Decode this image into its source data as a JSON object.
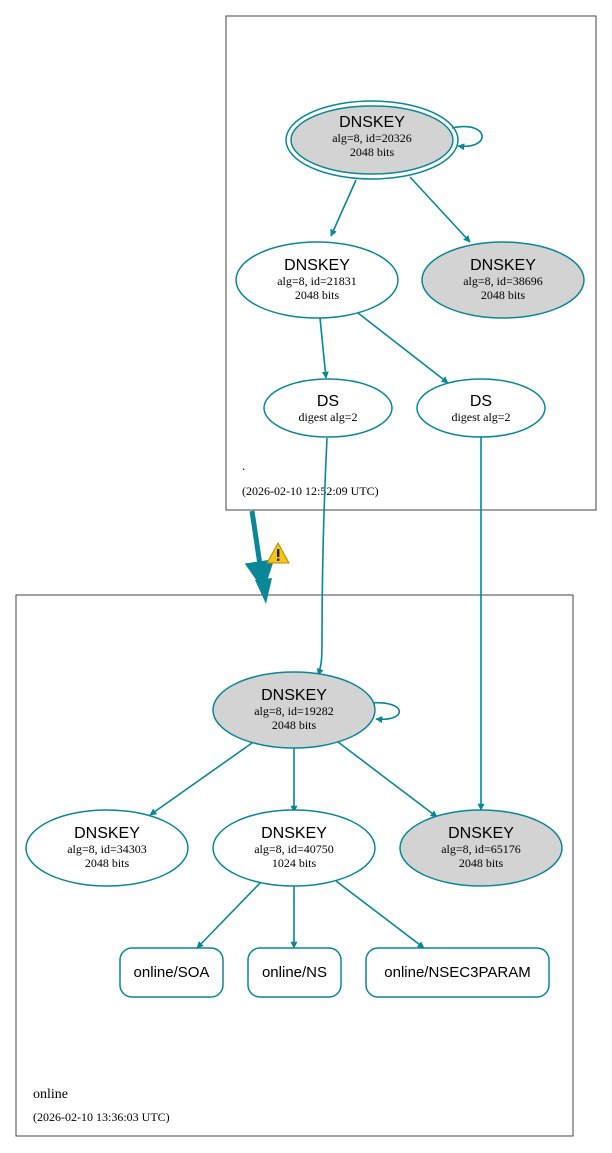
{
  "colors": {
    "edge": "#0a8796",
    "zone_border": "#444444",
    "node_fill_sep": "#d3d3d3",
    "node_fill_plain": "#ffffff",
    "warning": "#f5c518"
  },
  "zones": {
    "root": {
      "name": ".",
      "timestamp": "(2026-02-10 12:52:09 UTC)"
    },
    "online": {
      "name": "online",
      "timestamp": "(2026-02-10 13:36:03 UTC)"
    }
  },
  "nodes": {
    "root_ksk": {
      "type": "DNSKEY",
      "line1": "alg=8, id=20326",
      "line2": "2048 bits"
    },
    "root_zsk": {
      "type": "DNSKEY",
      "line1": "alg=8, id=21831",
      "line2": "2048 bits"
    },
    "root_ksk2": {
      "type": "DNSKEY",
      "line1": "alg=8, id=38696",
      "line2": "2048 bits"
    },
    "ds_a": {
      "type": "DS",
      "line1": "digest alg=2"
    },
    "ds_b": {
      "type": "DS",
      "line1": "digest alg=2"
    },
    "online_ksk": {
      "type": "DNSKEY",
      "line1": "alg=8, id=19282",
      "line2": "2048 bits"
    },
    "online_k34303": {
      "type": "DNSKEY",
      "line1": "alg=8, id=34303",
      "line2": "2048 bits"
    },
    "online_zsk": {
      "type": "DNSKEY",
      "line1": "alg=8, id=40750",
      "line2": "1024 bits"
    },
    "online_k65176": {
      "type": "DNSKEY",
      "line1": "alg=8, id=65176",
      "line2": "2048 bits"
    },
    "rr_soa": {
      "label": "online/SOA"
    },
    "rr_ns": {
      "label": "online/NS"
    },
    "rr_nsec3param": {
      "label": "online/NSEC3PARAM"
    }
  },
  "icons": {
    "delegation_warning": "warning-triangle-icon"
  }
}
